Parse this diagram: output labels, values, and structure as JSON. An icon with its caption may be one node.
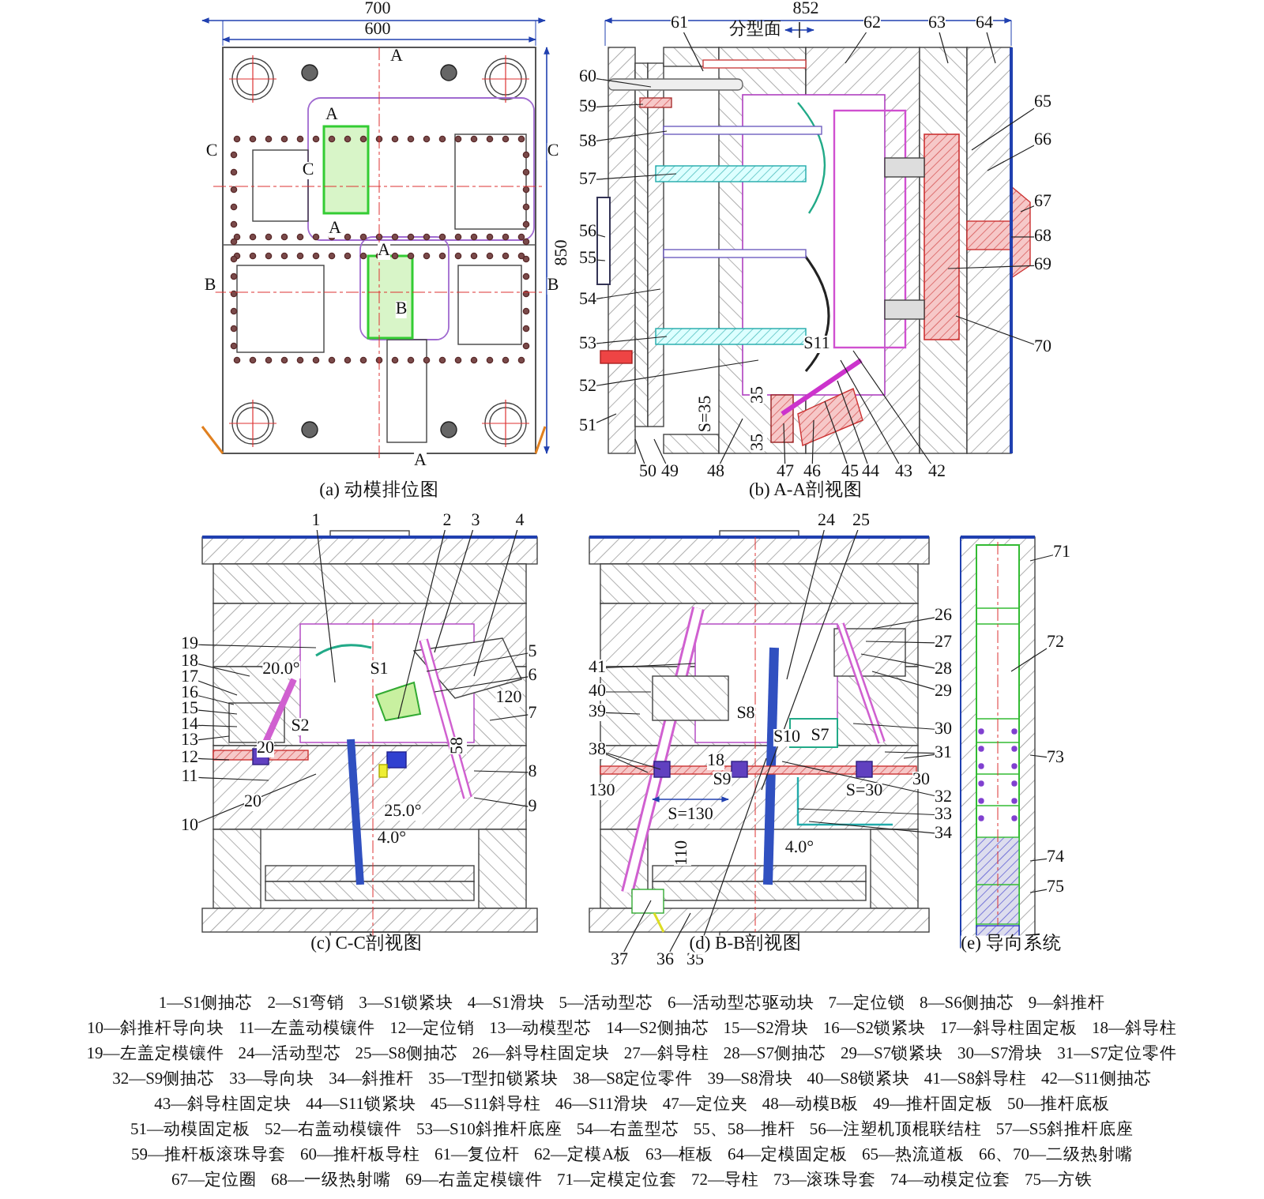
{
  "diagram": {
    "nodes": [
      {
        "text": [
          "61"
        ]
      },
      {
        "text": [
          "62"
        ]
      },
      {
        "text": [
          "63"
        ]
      },
      {
        "text": [
          "64"
        ]
      },
      {
        "text": [
          "60"
        ]
      },
      {
        "text": [
          "59"
        ]
      },
      {
        "text": [
          "58"
        ]
      },
      {
        "text": [
          "57"
        ]
      },
      {
        "text": [
          "56"
        ]
      },
      {
        "text": [
          "55"
        ]
      },
      {
        "text": [
          "54"
        ]
      },
      {
        "text": [
          "53"
        ]
      },
      {
        "text": [
          "52"
        ]
      },
      {
        "text": [
          "51"
        ]
      },
      {
        "text": [
          "65"
        ]
      },
      {
        "text": [
          "66"
        ]
      },
      {
        "text": [
          "67"
        ]
      },
      {
        "text": [
          "68"
        ]
      },
      {
        "text": [
          "69"
        ]
      },
      {
        "text": [
          "70"
        ]
      },
      {
        "text": [
          "50"
        ]
      },
      {
        "text": [
          "49"
        ]
      },
      {
        "text": [
          "48"
        ]
      },
      {
        "text": [
          "47"
        ]
      },
      {
        "text": [
          "46"
        ]
      },
      {
        "text": [
          "45"
        ]
      },
      {
        "text": [
          "44"
        ]
      },
      {
        "text": [
          "43"
        ]
      },
      {
        "text": [
          "42"
        ]
      },
      {
        "text": [
          "1"
        ]
      },
      {
        "text": [
          "2"
        ]
      },
      {
        "text": [
          "3"
        ]
      },
      {
        "text": [
          "4"
        ]
      },
      {
        "text": [
          "19"
        ]
      },
      {
        "text": [
          "18"
        ]
      },
      {
        "text": [
          "17"
        ]
      },
      {
        "text": [
          "16"
        ]
      },
      {
        "text": [
          "15"
        ]
      },
      {
        "text": [
          "14"
        ]
      },
      {
        "text": [
          "13"
        ]
      },
      {
        "text": [
          "12"
        ]
      },
      {
        "text": [
          "11"
        ]
      },
      {
        "text": [
          "10"
        ]
      },
      {
        "text": [
          "5"
        ]
      },
      {
        "text": [
          "6"
        ]
      },
      {
        "text": [
          "7"
        ]
      },
      {
        "text": [
          "8"
        ]
      },
      {
        "text": [
          "9"
        ]
      },
      {
        "text": [
          "24"
        ]
      },
      {
        "text": [
          "25"
        ]
      },
      {
        "text": [
          "41"
        ]
      },
      {
        "text": [
          "40"
        ]
      },
      {
        "text": [
          "39"
        ]
      },
      {
        "text": [
          "38"
        ]
      },
      {
        "text": [
          "26"
        ]
      },
      {
        "text": [
          "27"
        ]
      },
      {
        "text": [
          "28"
        ]
      },
      {
        "text": [
          "29"
        ]
      },
      {
        "text": [
          "30"
        ]
      },
      {
        "text": [
          "31"
        ]
      },
      {
        "text": [
          "32"
        ]
      },
      {
        "text": [
          "33"
        ]
      },
      {
        "text": [
          "34"
        ]
      },
      {
        "text": [
          "37"
        ]
      },
      {
        "text": [
          "36"
        ]
      },
      {
        "text": [
          "35"
        ]
      },
      {
        "text": [
          "71"
        ]
      },
      {
        "text": [
          "72"
        ]
      },
      {
        "text": [
          "73"
        ]
      },
      {
        "text": [
          "74"
        ]
      },
      {
        "text": [
          "75"
        ]
      },
      {
        "text": [
          "S1"
        ]
      },
      {
        "text": [
          "S2"
        ]
      },
      {
        "text": [
          "S8"
        ]
      },
      {
        "text": [
          "S7"
        ]
      },
      {
        "text": [
          "18"
        ]
      },
      {
        "text": [
          "S9"
        ]
      }
    ],
    "edges": [
      {
        "from": 0,
        "to": null,
        "arrow": "none"
      },
      {
        "from": 1,
        "to": null,
        "arrow": "none"
      },
      {
        "from": 2,
        "to": null,
        "arrow": "none"
      },
      {
        "from": 3,
        "to": null,
        "arrow": "none"
      },
      {
        "from": 4,
        "to": null,
        "arrow": "none"
      },
      {
        "from": 5,
        "to": null,
        "arrow": "none"
      },
      {
        "from": 6,
        "to": null,
        "arrow": "none"
      },
      {
        "from": 7,
        "to": null,
        "arrow": "none"
      },
      {
        "from": 8,
        "to": null,
        "arrow": "none"
      },
      {
        "from": 9,
        "to": null,
        "arrow": "none"
      },
      {
        "from": 10,
        "to": null,
        "arrow": "none"
      },
      {
        "from": 11,
        "to": null,
        "arrow": "none"
      },
      {
        "from": 12,
        "to": null,
        "arrow": "none"
      },
      {
        "from": 13,
        "to": null,
        "arrow": "none"
      },
      {
        "from": 14,
        "to": null,
        "arrow": "none"
      },
      {
        "from": 15,
        "to": null,
        "arrow": "none"
      },
      {
        "from": 16,
        "to": null,
        "arrow": "none"
      },
      {
        "from": 17,
        "to": null,
        "arrow": "none"
      },
      {
        "from": 18,
        "to": null,
        "arrow": "none"
      },
      {
        "from": 19,
        "to": null,
        "arrow": "none"
      },
      {
        "from": 20,
        "to": null,
        "arrow": "none"
      },
      {
        "from": 21,
        "to": null,
        "arrow": "none"
      },
      {
        "from": 22,
        "to": null,
        "arrow": "none"
      },
      {
        "from": 23,
        "to": null,
        "arrow": "none"
      },
      {
        "from": 24,
        "to": null,
        "arrow": "none"
      },
      {
        "from": 25,
        "to": null,
        "arrow": "none"
      },
      {
        "from": 26,
        "to": null,
        "arrow": "none"
      },
      {
        "from": 27,
        "to": null,
        "arrow": "none"
      },
      {
        "from": 28,
        "to": null,
        "arrow": "none"
      },
      {
        "from": 29,
        "to": null,
        "arrow": "none"
      },
      {
        "from": 30,
        "to": null,
        "arrow": "none"
      },
      {
        "from": 31,
        "to": null,
        "arrow": "none"
      },
      {
        "from": 32,
        "to": null,
        "arrow": "none"
      },
      {
        "from": 33,
        "to": null,
        "arrow": "none"
      },
      {
        "from": 34,
        "to": null,
        "arrow": "none"
      },
      {
        "from": 35,
        "to": null,
        "arrow": "none"
      },
      {
        "from": 36,
        "to": null,
        "arrow": "none"
      },
      {
        "from": 37,
        "to": null,
        "arrow": "none"
      },
      {
        "from": 38,
        "to": null,
        "arrow": "none"
      },
      {
        "from": 39,
        "to": null,
        "arrow": "none"
      },
      {
        "from": 40,
        "to": null,
        "arrow": "none"
      },
      {
        "from": 41,
        "to": null,
        "arrow": "none"
      },
      {
        "from": 42,
        "to": null,
        "arrow": "none"
      },
      {
        "from": 43,
        "to": null,
        "arrow": "none"
      },
      {
        "from": 44,
        "to": null,
        "arrow": "none"
      },
      {
        "from": 45,
        "to": null,
        "arrow": "none"
      },
      {
        "from": 46,
        "to": null,
        "arrow": "none"
      },
      {
        "from": 47,
        "to": null,
        "arrow": "none"
      },
      {
        "from": 48,
        "to": null,
        "arrow": "none"
      },
      {
        "from": 49,
        "to": null,
        "arrow": "none"
      },
      {
        "from": 50,
        "to": null,
        "arrow": "none"
      },
      {
        "from": 51,
        "to": null,
        "arrow": "none"
      },
      {
        "from": 52,
        "to": null,
        "arrow": "none"
      },
      {
        "from": 53,
        "to": null,
        "arrow": "none"
      },
      {
        "from": 54,
        "to": null,
        "arrow": "none"
      },
      {
        "from": 55,
        "to": null,
        "arrow": "none"
      },
      {
        "from": 56,
        "to": null,
        "arrow": "none"
      },
      {
        "from": 57,
        "to": null,
        "arrow": "none"
      },
      {
        "from": 58,
        "to": null,
        "arrow": "none"
      },
      {
        "from": 59,
        "to": null,
        "arrow": "none"
      },
      {
        "from": 60,
        "to": null,
        "arrow": "none"
      },
      {
        "from": 61,
        "to": null,
        "arrow": "none"
      },
      {
        "from": 62,
        "to": null,
        "arrow": "none"
      },
      {
        "from": 63,
        "to": null,
        "arrow": "none"
      },
      {
        "from": 64,
        "to": null,
        "arrow": "none"
      },
      {
        "from": 65,
        "to": null,
        "arrow": "none"
      },
      {
        "from": 66,
        "to": null,
        "arrow": "none"
      },
      {
        "from": 67,
        "to": null,
        "arrow": "none"
      },
      {
        "from": 68,
        "to": null,
        "arrow": "none"
      },
      {
        "from": 69,
        "to": null,
        "arrow": "none"
      },
      {
        "from": 70,
        "to": null,
        "arrow": "none"
      },
      {
        "from": 53,
        "to": null,
        "arrow": "none"
      },
      {
        "from": 59,
        "to": null,
        "arrow": "none"
      }
    ],
    "labels": [
      "700",
      "600",
      "A",
      "A",
      "C",
      "C",
      "C",
      "A",
      "A",
      "850",
      "B",
      "B",
      "B",
      "A",
      "(a) 动模排位图",
      "852",
      "分型面",
      "S11",
      "S=35",
      "35",
      "35",
      "(b) A-A剖视图",
      "20.0°",
      "120",
      "20",
      "58",
      "20",
      "25.0°",
      "4.0°",
      "(c) C-C剖视图",
      "S10",
      "130",
      "S=30",
      "30",
      "S=130",
      "110",
      "4.0°",
      "(d) B-B剖视图",
      "(e) 导向系统",
      "1—S1侧抽芯",
      "2—S1弯销",
      "3—S1锁紧块",
      "4—S1滑块",
      "5—活动型芯",
      "6—活动型芯驱动块",
      "7—定位锁",
      "8—S6侧抽芯",
      "9—斜推杆",
      "10—斜推杆导向块",
      "11—左盖动模镶件",
      "12—定位销",
      "13—动模型芯",
      "14—S2侧抽芯",
      "15—S2滑块",
      "16—S2锁紧块",
      "17—斜导柱固定板",
      "18—斜导柱",
      "19—左盖定模镶件",
      "24—活动型芯",
      "25—S8侧抽芯",
      "26—斜导柱固定块",
      "27—斜导柱",
      "28—S7侧抽芯",
      "29—S7锁紧块",
      "30—S7滑块",
      "31—S7定位零件",
      "32—S9侧抽芯",
      "33—导向块",
      "34—斜推杆",
      "35—T型扣锁紧块",
      "38—S8定位零件",
      "39—S8滑块",
      "40—S8锁紧块",
      "41—S8斜导柱",
      "42—S11侧抽芯",
      "43—斜导柱固定块",
      "44—S11锁紧块",
      "45—S11斜导柱",
      "46—S11滑块",
      "47—定位夹",
      "48—动模B板",
      "49—推杆固定板",
      "50—推杆底板",
      "51—动模固定板",
      "52—右盖动模镶件",
      "53—S10斜推杆底座",
      "54—右盖型芯",
      "55、58—推杆",
      "56—注塑机顶棍联结柱",
      "57—S5斜推杆底座",
      "59—推杆板滚珠导套",
      "60—推杆板导柱",
      "61—复位杆",
      "62—定模A板",
      "63—框板",
      "64—定模固定板",
      "65—热流道板",
      "66、70—二级热射嘴",
      "67—定位圈",
      "68—一级热射嘴",
      "69—右盖定模镶件",
      "71—定模定位套",
      "72—导柱",
      "73—滚珠导套",
      "74—动模定位套",
      "75—方铁"
    ]
  }
}
